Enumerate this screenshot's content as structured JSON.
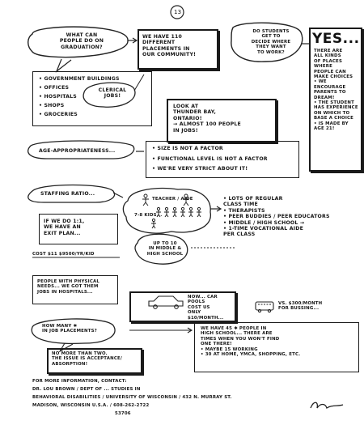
{
  "page_number": "13",
  "row1": {
    "question_bubble": "WHAT CAN\nPEOPLE DO ON\nGRADUATION?",
    "placements_box": "WE HAVE 110\nDIFFERENT\nPLACEMENTS IN\nOUR COMMUNITY!",
    "decide_bubble": "DO STUDENTS\nGET TO\nDECIDE WHERE\nTHEY WANT\nTO WORK?",
    "yes_title": "YES...",
    "yes_text": "THERE ARE\nALL KINDS\nOF PLACES\nWHERE\nPEOPLE CAN\nMAKE CHOICES\n• WE ENCOURAGE\nPARENTS TO\nDREAM!\n• THE STUDENT\nHAS EXPERIENCE\nON WHICH TO\nBASE A CHOICE\n• IS MADE BY\nAGE 21!"
  },
  "workplaces": [
    "• GOVERNMENT BUILDINGS",
    "• OFFICES",
    "• HOSPITALS",
    "• SHOPS",
    "• GROCERIES"
  ],
  "clerical_bubble": "CLERICAL\nJOBS!",
  "thunder_box": "LOOK AT\nTHUNDER BAY,\nONTARIO!\n→ ALMOST 100 PEOPLE\nIN JOBS!",
  "age": {
    "label": "AGE-APPROPRIATENESS...",
    "points": [
      "• SIZE IS NOT A FACTOR",
      "• FUNCTIONAL LEVEL IS NOT A FACTOR",
      "• WE'RE VERY STRICT ABOUT IT!"
    ]
  },
  "staffing": {
    "label": "STAFFING RATIO...",
    "teacher_label": "TEACHER / AIDE",
    "kids_label": "7-8 KIDS...",
    "middle_bubble": "UP TO 10\nIN MIDDLE &\nHIGH SCHOOL",
    "exit_box": "IF WE DO 1:1,\nWE HAVE AN\nEXIT PLAN...",
    "cost": "COST $11 $9500/YR/KID",
    "list": "• LOTS OF REGULAR\nCLASS TIME\n• THERAPISTS\n• PEER BUDDIES / PEER EDUCATORS\n• MIDDLE / HIGH SCHOOL →\n• 1-TIME VOCATIONAL AIDE\nPER CLASS"
  },
  "physical": {
    "needs_box": "PEOPLE WITH PHYSICAL\nNEEDS... WE GOT THEM\nJOBS IN HOSPITALS...",
    "carpool_box": "NOW... CAR POOLS\nCOST US\nONLY $10/MONTH...",
    "bussing": "VS. $300/MONTH\nFOR BUSSING..."
  },
  "placement": {
    "question": "HOW MANY ✱\nIN JOB PLACEMENTS?",
    "answer": "NO MORE THAN TWO.\nTHE ISSUE IS ACCEPTANCE/\nABSORPTION!",
    "high_school": "WE HAVE 45 ✱ PEOPLE IN\nHIGH SCHOOL... THERE ARE\nTIMES WHEN YOU WON'T FIND\nONE THERE!\n• MAYBE 15 WORKING\n• 30 AT HOME, YMCA, SHOPPING, ETC."
  },
  "contact": {
    "heading": "FOR MORE INFORMATION, CONTACT:",
    "line1": "DR. LOU BROWN / DEPT OF ... STUDIES IN",
    "line2": "BEHAVIORAL DISABILITIES / UNIVERSITY OF WISCONSIN / 432 N. MURRAY ST.",
    "line3": "MADISON, WISCONSIN  U.S.A. / 608-262-2722",
    "code": "53706"
  }
}
